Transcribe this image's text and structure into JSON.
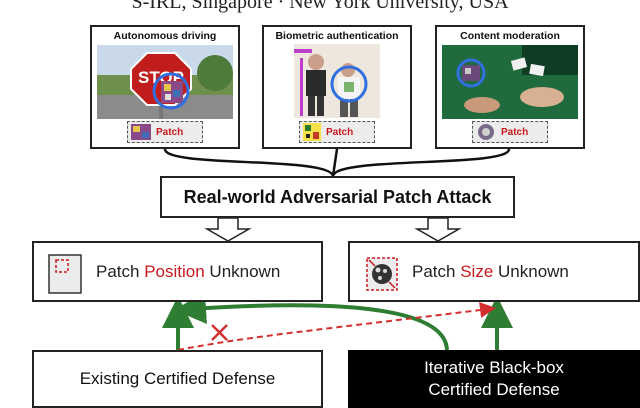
{
  "header": {
    "affiliations": "S-IRL, Singapore · New York University, USA"
  },
  "panels": [
    {
      "title": "Autonomous driving",
      "patch_label": "Patch",
      "sign_text": "STOP"
    },
    {
      "title": "Biometric authentication",
      "patch_label": "Patch"
    },
    {
      "title": "Content moderation",
      "patch_label": "Patch"
    }
  ],
  "attack": {
    "label": "Real-world Adversarial Patch Attack"
  },
  "unknowns": {
    "position": {
      "prefix": "Patch ",
      "highlight": "Position",
      "suffix": " Unknown"
    },
    "size": {
      "prefix": "Patch ",
      "highlight": "Size",
      "suffix": " Unknown"
    }
  },
  "defenses": {
    "existing": "Existing Certified Defense",
    "new_line1": "Iterative Black-box",
    "new_line2": "Certified Defense"
  },
  "colors": {
    "accent_red": "#c8191e",
    "arrow_green": "#2e7d32",
    "dashed_red": "#d32f2f"
  }
}
